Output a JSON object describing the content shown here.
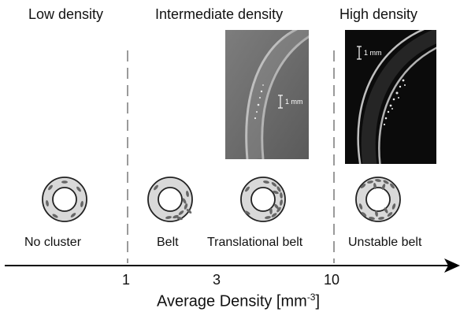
{
  "regions": {
    "low": "Low density",
    "intermediate": "Intermediate density",
    "high": "High density"
  },
  "states": [
    {
      "label": "No cluster"
    },
    {
      "label": "Belt"
    },
    {
      "label": "Translational belt"
    },
    {
      "label": "Unstable belt"
    }
  ],
  "axis": {
    "ticks": [
      "1",
      "3",
      "10"
    ],
    "label_text": "Average Density [mm",
    "label_exp": "-3",
    "label_close": "]"
  },
  "photos": {
    "intermediate_scale": "1 mm",
    "high_scale": "1 mm"
  }
}
